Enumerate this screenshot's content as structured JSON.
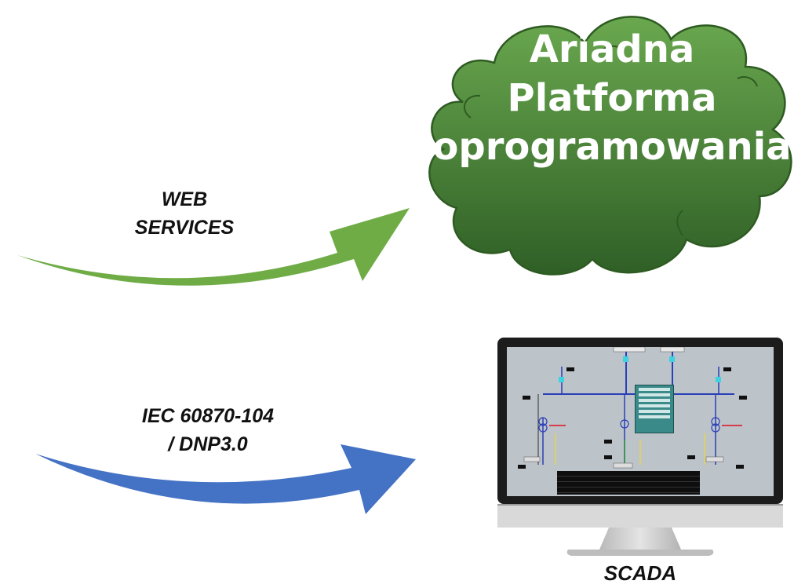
{
  "diagram": {
    "cloud": {
      "lines": [
        "Ariadna",
        "Platforma",
        "oprogramowania"
      ],
      "fill_top": "#6aa84f",
      "fill_bottom": "#2f5f26",
      "stroke": "#2e5b22"
    },
    "arrows": [
      {
        "id": "web",
        "label_lines": [
          "WEB",
          "SERVICES"
        ],
        "color": "#6fac46"
      },
      {
        "id": "iec",
        "label_lines": [
          "IEC 60870-104",
          "/ DNP3.0"
        ],
        "color": "#4472c4"
      }
    ],
    "monitor": {
      "label": "SCADA",
      "bezel_color": "#1c1c1c",
      "stand_color": "#c9c9c9"
    }
  }
}
